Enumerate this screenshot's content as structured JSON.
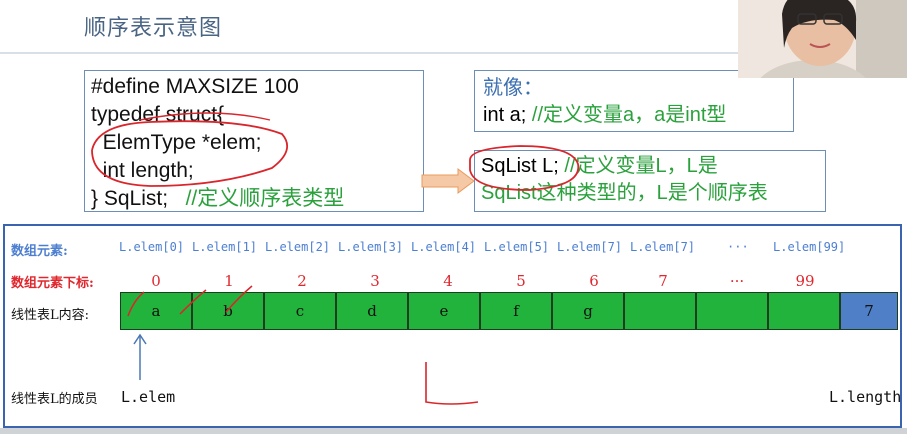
{
  "slide": {
    "title": "顺序表示意图",
    "code_lines": [
      "#define MAXSIZE 100",
      "typedef struct{",
      "  ElemType *elem;",
      "  int length;",
      "} SqList;"
    ],
    "code_comment": "//定义顺序表类型",
    "like_title": "就像：",
    "like_code": "int a;",
    "like_comment": "//定义变量a，a是int型",
    "sq_code": "SqList L;",
    "sq_comment1": "//定义变量L，L是",
    "sq_comment2": "SqList这种类型的，L是个顺序表"
  },
  "diagram": {
    "label_elements": "数组元素:",
    "label_index": "数组元素下标:",
    "label_content": "线性表L内容:",
    "label_members": "线性表L的成员",
    "elem_names": [
      "L.elem[0]",
      "L.elem[1]",
      "L.elem[2]",
      "L.elem[3]",
      "L.elem[4]",
      "L.elem[5]",
      "L.elem[7]",
      "L.elem[7]",
      "···",
      "L.elem[99]"
    ],
    "indices": [
      "0",
      "1",
      "2",
      "3",
      "4",
      "5",
      "6",
      "7",
      "···",
      "99"
    ],
    "contents": [
      "a",
      "b",
      "c",
      "d",
      "e",
      "f",
      "g",
      "",
      "",
      "",
      "7"
    ],
    "member_elem": "L.elem",
    "member_length": "L.length"
  },
  "colors": {
    "title": "#4a6584",
    "cell_fill": "#21b33b",
    "length_cell": "#4f7fc6",
    "panel_border": "#3a64b0",
    "comment": "#2aa13c",
    "label_red": "#e0272e",
    "label_blue": "#4d7fd1"
  }
}
